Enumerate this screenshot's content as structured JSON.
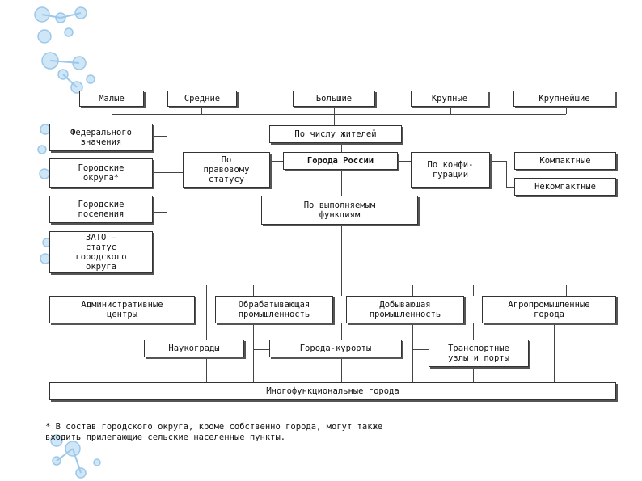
{
  "size_row": [
    "Малые",
    "Средние",
    "Большие",
    "Крупные",
    "Крупнейшие"
  ],
  "center": {
    "population": "По числу жителей",
    "russia": "Города России",
    "legal": "По\nправовому\nстатусу",
    "config": "По конфи-\nгурации",
    "functions": "По выполняемым\nфункциям"
  },
  "legal_types": [
    "Федерального\nзначения",
    "Городские\nокруга*",
    "Городские\nпоселения",
    "ЗАТО –\nстатус\nгородского\nокруга"
  ],
  "config_types": [
    "Компактные",
    "Некомпактные"
  ],
  "function_types_row1": [
    "Административные\nцентры",
    "Обрабатывающая\nпромышленность",
    "Добывающая\nпромышленность",
    "Агропромышленные\nгорода"
  ],
  "function_types_row2": [
    "Наукограды",
    "Города-курорты",
    "Транспортные\nузлы и порты"
  ],
  "multi": "Многофункциональные города",
  "footnote": {
    "line1": "* В состав городского округа, кроме собственно города,   могут   также",
    "line2": "входить прилегающие сельские населенные пункты."
  }
}
